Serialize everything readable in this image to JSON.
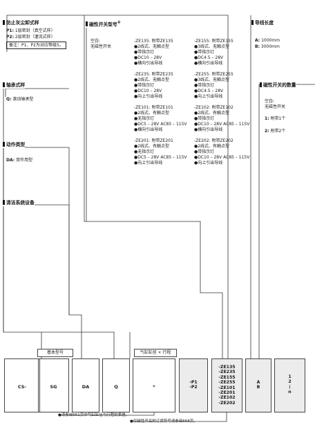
{
  "dust": {
    "heading": "防止灰尘卸式样",
    "items": [
      {
        "code": "P1:",
        "text": "1层密封（真空式样）"
      },
      {
        "code": "P2:",
        "text": "2层密封（灌流式样）"
      }
    ],
    "note": "备注：P1、P2为对应等级5。"
  },
  "bearing": {
    "heading": "轴承式样",
    "item_code": "Q:",
    "item_text": "滚动轴承型"
  },
  "action": {
    "heading": "动作类型",
    "item_code": "DA:",
    "item_text": "双作用型"
  },
  "clean": {
    "heading": "清洁系统设备"
  },
  "switch_model": {
    "heading": "磁性开关型号",
    "heading_mark": "※",
    "blank_title": "空白:",
    "blank_text": "无磁性开关",
    "groups": [
      {
        "title": "-ZE135: 附带ZE135",
        "lines": [
          "●2线式、无触点型",
          "●带指示灯",
          "●DC10 – 28V",
          "●横向引出导线"
        ]
      },
      {
        "title": "-ZE155: 附带ZE155",
        "lines": [
          "●3线式、无触点型",
          "●带指示灯",
          "●DC4.5 – 28V",
          "●横向引出导线"
        ]
      },
      {
        "title": "-ZE235: 附带ZE235",
        "lines": [
          "●2线式、无触点型",
          "●带指示灯",
          "●DC10 – 28V",
          "●向上引出导线"
        ]
      },
      {
        "title": "-ZE255: 附带ZE255",
        "lines": [
          "●3线式、无触点型",
          "●带指示灯",
          "●DC4.5 – 28V",
          "●向上引出导线"
        ]
      },
      {
        "title": "-ZE101: 附带ZE101",
        "lines": [
          "●2线式、有触点型",
          "●无指示灯",
          "●DC5 – 28V AC85 – 115V",
          "●横向引出导线"
        ]
      },
      {
        "title": "-ZE102: 附带ZE102",
        "lines": [
          "●2线式、有触点型",
          "●带指示灯",
          "●DC10 – 28V AC85 – 115V",
          "●横向引出导线"
        ]
      },
      {
        "title": "-ZE201: 附带ZE201",
        "lines": [
          "●2线式、有触点型",
          "●无指示灯",
          "●DC5 – 28V AC85 – 115V",
          "●向上引出导线"
        ]
      },
      {
        "title": "-ZE202: 附带ZE202",
        "lines": [
          "●2线式、有触点型",
          "●带指示灯",
          "●DC10 – 28V AC85 – 115V",
          "●向上引出导线"
        ]
      }
    ]
  },
  "lead": {
    "heading": "导线长度",
    "items": [
      {
        "code": "A:",
        "text": "1000mm"
      },
      {
        "code": "B:",
        "text": "3000mm"
      }
    ]
  },
  "qty": {
    "heading": "磁性开关的数量",
    "blank_title": "空白:",
    "blank_text": "无磁性开关",
    "items": [
      {
        "code": "1:",
        "text": "附带1个"
      },
      {
        "code": "2:",
        "text": "附带2个"
      }
    ]
  },
  "code_row": {
    "basic_label": "基本型号",
    "bore_label": "气缸缸径 × 行程",
    "cells": [
      "CS-",
      "SG",
      "DA",
      "Q",
      "*"
    ],
    "dust_codes": [
      "-P1",
      "-P2"
    ],
    "switch_codes": [
      "-ZE135",
      "-ZE235",
      "-ZE155",
      "-ZE255",
      "-ZE101",
      "-ZE201",
      "-ZE102",
      "-ZE202"
    ],
    "lead_codes": [
      "A",
      "B"
    ],
    "qty_codes": [
      "1",
      "2",
      "⋮",
      "n"
    ]
  },
  "footnotes": {
    "f1": "●请参阅661页中气缸缸径与行程的表格。",
    "f2": "●仅磁性开关的订货符号请参阅668页。"
  },
  "colors": {
    "line": "#333333",
    "shade": "#ececec"
  }
}
